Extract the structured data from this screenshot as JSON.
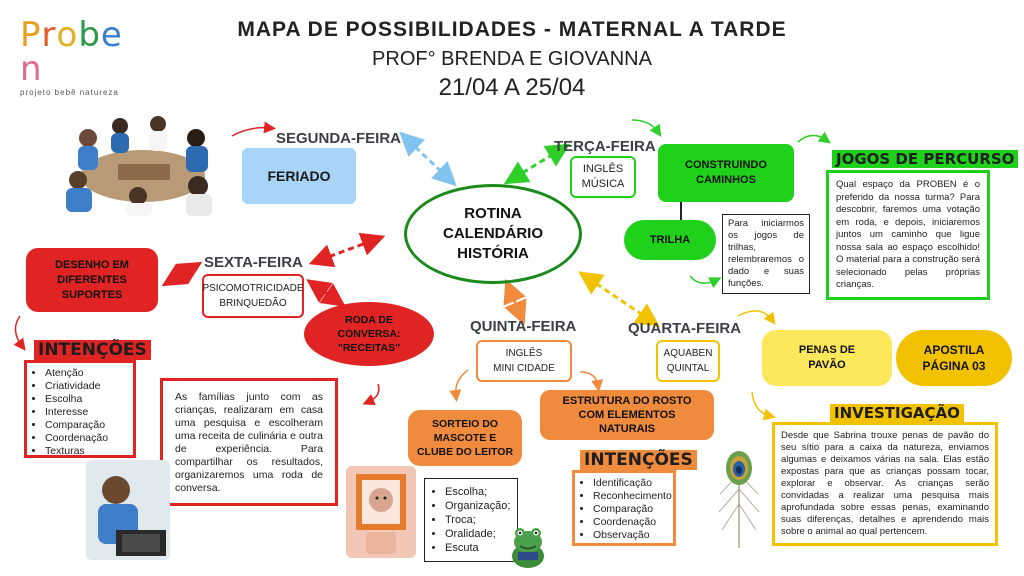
{
  "logo": {
    "letters": [
      "P",
      "r",
      "o",
      "b",
      "e",
      "n"
    ],
    "tagline": "projeto bebê natureza"
  },
  "header": {
    "title": "MAPA DE POSSIBILIDADES - MATERNAL A TARDE",
    "teachers": "PROF° BRENDA E GIOVANNA",
    "dates": "21/04 A 25/04"
  },
  "center": {
    "line1": "ROTINA",
    "line2": "CALENDÁRIO",
    "line3": "HISTÓRIA"
  },
  "monday": {
    "day": "SEGUNDA-FEIRA",
    "activity": "FERIADO"
  },
  "tuesday": {
    "day": "TERÇA-FEIRA",
    "subjects": [
      "INGLÊS",
      "MÚSICA"
    ],
    "project": "CONSTRUINDO CAMINHOS",
    "sub": "TRILHA",
    "note": "Para iniciarmos os jogos de trilhas, relembraremos o dado e suas funções.",
    "games_title": "JOGOS DE PERCURSO",
    "games_text": "Qual espaço da PROBEN é o preferido da nossa turma? Para descobrir, faremos uma votação em roda, e depois, iniciaremos juntos um caminho que ligue nossa sala ao espaço escolhido! O material para a construção será selecionado pelas próprias crianças."
  },
  "wednesday": {
    "day": "QUARTA-FEIRA",
    "subjects": [
      "AQUABEN",
      "QUINTAL"
    ],
    "feathers": "PENAS DE PAVÃO",
    "apostila": "APOSTILA PÁGINA 03",
    "inv_title": "INVESTIGAÇÃO",
    "inv_text": "Desde que Sabrina trouxe penas de pavão do seu sítio para a caixa da natureza, enviamos algumas e deixamos várias na sala. Elas estão expostas para que as crianças possam tocar, explorar e observar. As crianças serão convidadas a realizar uma pesquisa mais aprofundada sobre essas penas, examinando suas diferenças, detalhes e aprendendo mais sobre o animal ao qual pertencem."
  },
  "thursday": {
    "day": "QUINTA-FEIRA",
    "subjects": [
      "INGLÊS",
      "MINI CIDADE"
    ],
    "face": "ESTRUTURA DO ROSTO COM ELEMENTOS NATURAIS",
    "mascot": "SORTEIO DO MASCOTE E CLUBE DO LEITOR",
    "mascot_list": [
      "Escolha;",
      "Organização;",
      "Troca;",
      "Oralidade;",
      "Escuta"
    ],
    "int_title": "INTENÇÕES",
    "int_list": [
      "Identificação",
      "Reconhecimento",
      "Comparação",
      "Coordenação",
      "Observação"
    ]
  },
  "friday": {
    "day": "SEXTA-FEIRA",
    "subjects": [
      "PSICOMOTRICIDADE",
      "BRINQUEDÃO"
    ],
    "drawing": "DESENHO EM DIFERENTES SUPORTES",
    "roda": "RODA DE CONVERSA: \"RECEITAS\"",
    "roda_text": "As famílias junto com as crianças, realizaram em casa uma pesquisa e escolheram uma receita de culinária e outra de experiência. Para compartilhar os resultados, organizaremos uma roda de conversa.",
    "int_title": "INTENÇÕES",
    "int_list": [
      "Atenção",
      "Criatividade",
      "Escolha",
      "Interesse",
      "Comparação",
      "Coordenação",
      "Texturas"
    ]
  },
  "colors": {
    "blue": "#a8d4f7",
    "green": "#1fd11a",
    "darkgreen": "#1a8a1a",
    "red": "#e02424",
    "orange": "#f08a3c",
    "yellow": "#fde75a",
    "gold": "#f2c200"
  }
}
